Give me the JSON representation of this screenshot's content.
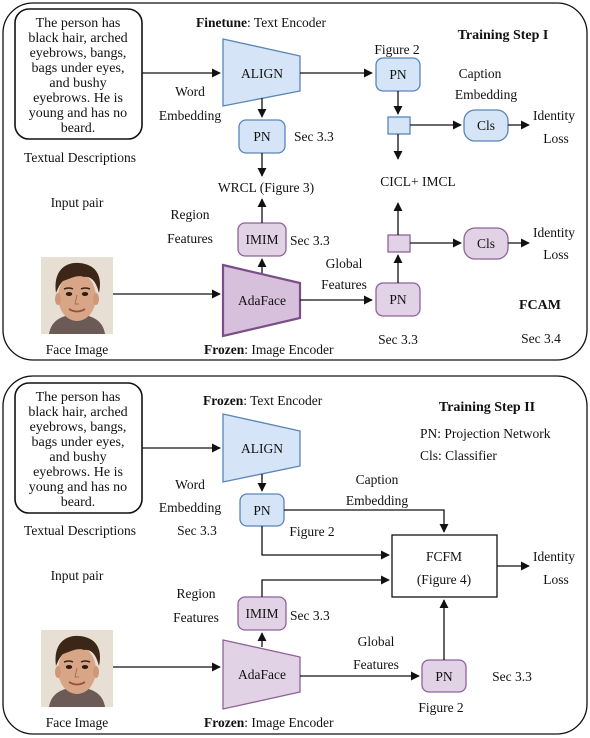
{
  "top": {
    "description_lines": [
      "The person has",
      "black hair, arched",
      "eyebrows, bangs,",
      "bags under eyes,",
      "and bushy",
      "eyebrows. He is",
      "young and has no",
      "beard."
    ],
    "textual_descriptions": "Textual Descriptions",
    "input_pair": "Input pair",
    "face_image": "Face Image",
    "text_encoder_prefix": "Finetune",
    "text_encoder_suffix": ": Text Encoder",
    "align": "ALIGN",
    "word_embedding_1": "Word",
    "word_embedding_2": "Embedding",
    "pn": "PN",
    "sec33": "Sec 3.3",
    "wrcl": "WRCL (Figure 3)",
    "region_1": "Region",
    "region_2": "Features",
    "imim": "IMIM",
    "adaface": "AdaFace",
    "image_encoder_prefix": "Frozen",
    "image_encoder_suffix": ": Image Encoder",
    "global_1": "Global",
    "global_2": "Features",
    "training_step": "Training Step I",
    "figure2": "Figure 2",
    "caption_1": "Caption",
    "caption_2": "Embedding",
    "cls": "Cls",
    "identity_1": "Identity",
    "identity_2": "Loss",
    "cicl": "CICL+ IMCL",
    "fcam": "FCAM",
    "sec34": "Sec 3.4"
  },
  "bottom": {
    "description_lines": [
      "The person has",
      "black hair, arched",
      "eyebrows, bangs,",
      "bags under eyes,",
      "and bushy",
      "eyebrows. He is",
      "young and has no",
      "beard."
    ],
    "textual_descriptions": "Textual Descriptions",
    "input_pair": "Input pair",
    "face_image": "Face Image",
    "text_encoder_prefix": "Frozen",
    "text_encoder_suffix": ": Text Encoder",
    "align": "ALIGN",
    "word_embedding_1": "Word",
    "word_embedding_2": "Embedding",
    "pn": "PN",
    "sec33": "Sec 3.3",
    "figure2": "Figure 2",
    "caption_1": "Caption",
    "caption_2": "Embedding",
    "region_1": "Region",
    "region_2": "Features",
    "imim": "IMIM",
    "adaface": "AdaFace",
    "image_encoder_prefix": "Frozen",
    "image_encoder_suffix": ": Image Encoder",
    "global_1": "Global",
    "global_2": "Features",
    "training_step": "Training Step II",
    "legend_pn": "PN: Projection Network",
    "legend_cls": "Cls: Classifier",
    "fcfm_1": "FCFM",
    "fcfm_2": "(Figure 4)",
    "identity_1": "Identity",
    "identity_2": "Loss"
  },
  "colors": {
    "text_module_fill": "#d5e4f6",
    "text_module_stroke": "#5a84b8",
    "image_module_fill": "#e2d2e6",
    "image_module_stroke": "#8d6399"
  }
}
